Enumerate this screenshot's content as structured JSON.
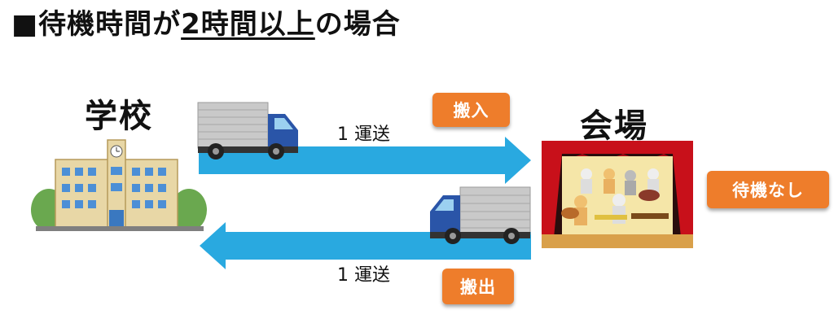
{
  "heading": {
    "prefix": "■待機時間が",
    "emphasis": "2時間以上",
    "suffix": "の場合"
  },
  "origin": {
    "label": "学校"
  },
  "destination": {
    "label": "会場"
  },
  "outbound": {
    "route_label": "1 運送",
    "badge": "搬入"
  },
  "inbound": {
    "route_label": "1 運送",
    "badge": "搬出"
  },
  "status_badge": "待機なし",
  "colors": {
    "arrow": "#29a9e0",
    "badge": "#ee7d2b",
    "truck_cab": "#2a55a8",
    "stage_curtain": "#c8101a"
  },
  "icons": [
    "school-building-icon",
    "truck-icon",
    "concert-stage-icon"
  ]
}
